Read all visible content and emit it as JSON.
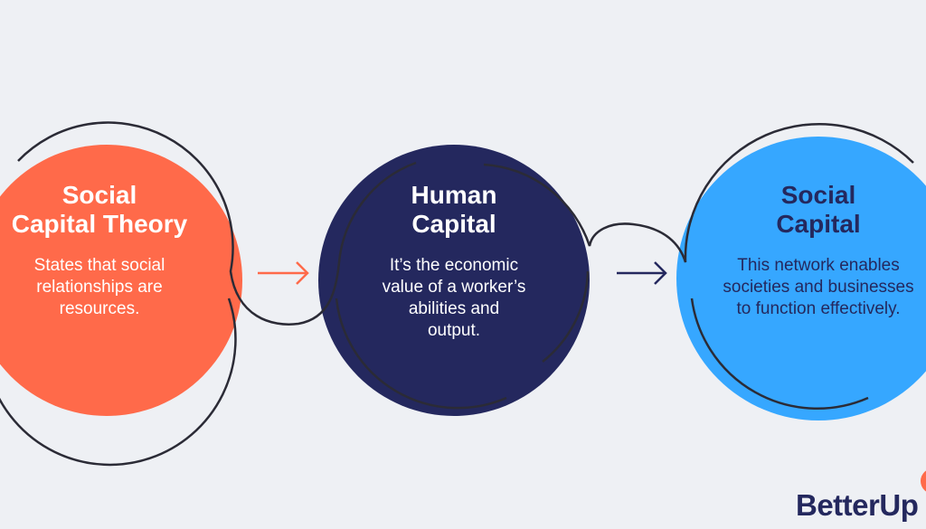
{
  "colors": {
    "background": "#EEF0F4",
    "orange": "#FF6A4A",
    "navy": "#24285E",
    "blue": "#36A7FF",
    "line": "#2B2B36"
  },
  "nodes": [
    {
      "title_line1": "Social",
      "title_line2": "Capital Theory",
      "desc": [
        "States that social",
        "relationships are",
        "resources."
      ]
    },
    {
      "title_line1": "Human",
      "title_line2": "Capital",
      "desc": [
        "It’s the economic",
        "value of a worker’s",
        "abilities and",
        "output."
      ]
    },
    {
      "title_line1": "Social",
      "title_line2": "Capital",
      "desc": [
        "This network enables",
        "societies and businesses",
        "to function effectively."
      ]
    }
  ],
  "arrows": [
    {
      "icon": "arrow-right-icon",
      "color": "#FF6A4A"
    },
    {
      "icon": "arrow-right-icon",
      "color": "#24285E"
    }
  ],
  "brand": {
    "name": "BetterUp"
  }
}
